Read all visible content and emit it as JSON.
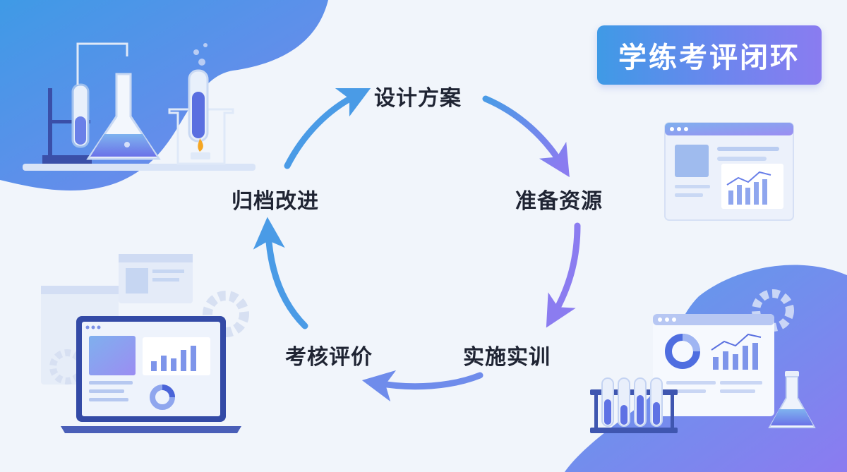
{
  "title": "学练考评闭环",
  "cycle": {
    "steps": [
      {
        "label": "设计方案"
      },
      {
        "label": "准备资源"
      },
      {
        "label": "实施实训"
      },
      {
        "label": "考核评价"
      },
      {
        "label": "归档改进"
      }
    ]
  },
  "colors": {
    "accent_blue": "#3f9ae6",
    "accent_purple": "#8a7cf0",
    "text_dark": "#1f2433",
    "background": "#f1f5fb"
  },
  "icons": [
    "lab-equipment-icon",
    "dashboard-window-icon",
    "laptop-analytics-icon",
    "report-window-icon",
    "test-tubes-icon",
    "gear-icon",
    "flask-icon",
    "pie-chart-icon",
    "bar-chart-icon"
  ]
}
